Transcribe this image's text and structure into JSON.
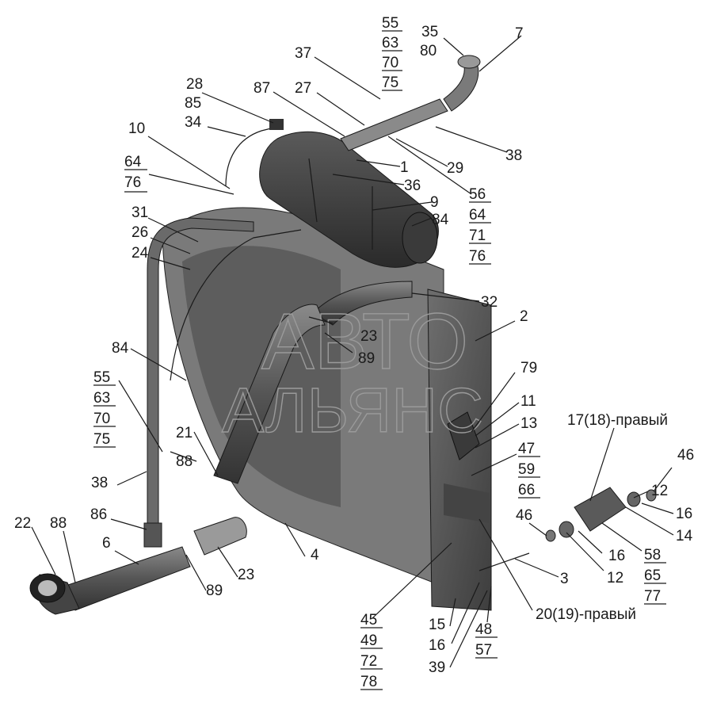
{
  "watermark": {
    "line1": "АВТО",
    "line2": "АЛЬЯНС"
  },
  "labels": [
    "55",
    "63",
    "70",
    "75",
    "35",
    "80",
    "7",
    "37",
    "27",
    "87",
    "28",
    "85",
    "34",
    "10",
    "64",
    "76",
    "31",
    "26",
    "24",
    "38",
    "29",
    "1",
    "36",
    "9",
    "84",
    "56",
    "64",
    "71",
    "76",
    "32",
    "2",
    "23",
    "89",
    "79",
    "11",
    "13",
    "17(18)-правый",
    "46",
    "47",
    "59",
    "66",
    "12",
    "16",
    "14",
    "46",
    "16",
    "58",
    "65",
    "77",
    "12",
    "3",
    "20(19)-правый",
    "84",
    "55",
    "63",
    "70",
    "75",
    "21",
    "88",
    "38",
    "86",
    "22",
    "88",
    "6",
    "23",
    "89",
    "4",
    "45",
    "49",
    "72",
    "78",
    "15",
    "16",
    "39",
    "48",
    "57"
  ]
}
